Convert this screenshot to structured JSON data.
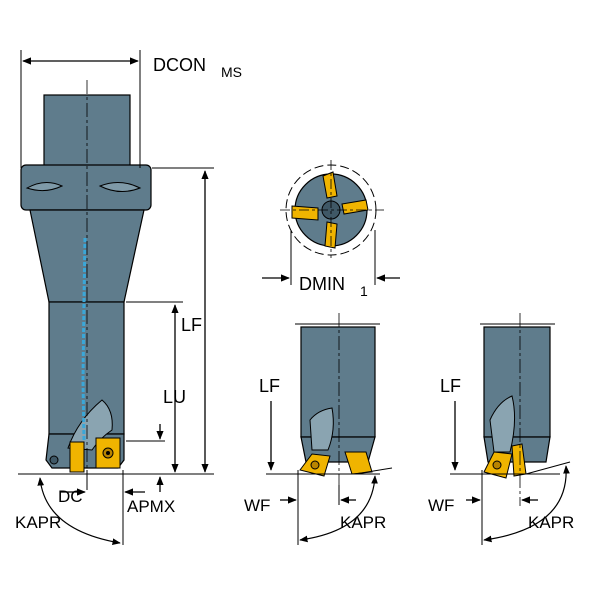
{
  "labels": {
    "dcon": "DCON",
    "dcon_sub": "MS",
    "lf_main": "LF",
    "lu": "LU",
    "dc": "DC",
    "apmx": "APMX",
    "kapr_main": "KAPR",
    "dmin": "DMIN",
    "dmin_sub": "1",
    "lf_mid": "LF",
    "wf_mid": "WF",
    "kapr_mid": "KAPR",
    "lf_right": "LF",
    "wf_right": "WF",
    "kapr_right": "KAPR"
  },
  "colors": {
    "steel": "#5f7c8c",
    "steel_dark": "#3f5866",
    "steel_light": "#7f9aa8",
    "insert": "#f0b400",
    "insert_dark": "#b88400",
    "coolant": "#3aa7d8",
    "line": "#000000"
  }
}
